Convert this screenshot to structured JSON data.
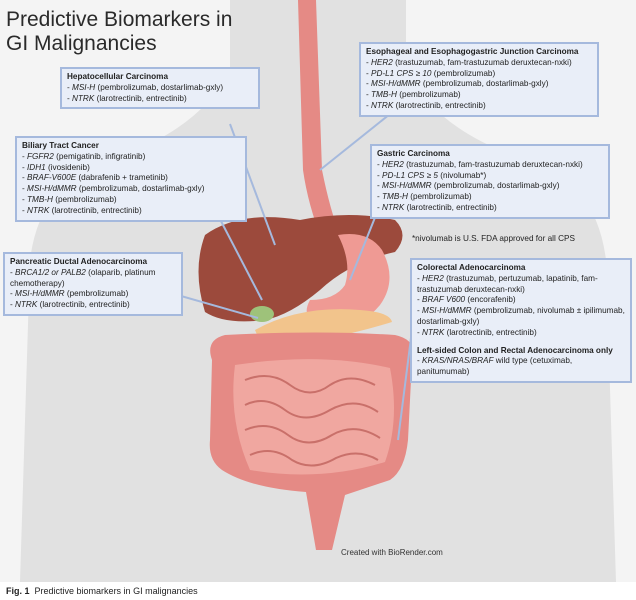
{
  "title_line1": "Predictive Biomarkers in",
  "title_line2": "GI Malignancies",
  "boxes": {
    "hepatocellular": {
      "header": "Hepatocellular Carcinoma",
      "items": [
        {
          "marker": "MSI-H",
          "text": " (pembrolizumab, dostarlimab-gxly)"
        },
        {
          "marker": "NTRK",
          "text": " (larotrectinib, entrectinib)"
        }
      ]
    },
    "esophageal": {
      "header": "Esophageal and Esophagogastric Junction Carcinoma",
      "items": [
        {
          "marker": "HER2",
          "text": " (trastuzumab, fam-trastuzumab deruxtecan-nxki)"
        },
        {
          "marker": "PD-L1 CPS ≥ 10",
          "text": " (pembrolizumab)"
        },
        {
          "marker": "MSI-H/dMMR",
          "text": " (pembrolizumab, dostarlimab-gxly)"
        },
        {
          "marker": "TMB-H",
          "text": " (pembrolizumab)"
        },
        {
          "marker": "NTRK",
          "text": " (larotrectinib, entrectinib)"
        }
      ]
    },
    "biliary": {
      "header": "Biliary Tract Cancer",
      "items": [
        {
          "marker": "FGFR2",
          "text": " (pemigatinib, infigratinib)"
        },
        {
          "marker": "IDH1",
          "text": " (ivosidenib)"
        },
        {
          "marker": "BRAF-V600E",
          "text": " (dabrafenib + trametinib)"
        },
        {
          "marker": "MSI-H/dMMR",
          "text": " (pembrolizumab, dostarlimab-gxly)"
        },
        {
          "marker": "TMB-H",
          "text": " (pembrolizumab)"
        },
        {
          "marker": "NTRK",
          "text": " (larotrectinib, entrectinib)"
        }
      ]
    },
    "gastric": {
      "header": "Gastric Carcinoma",
      "items": [
        {
          "marker": "HER2",
          "text": " (trastuzumab, fam-trastuzumab deruxtecan-nxki)"
        },
        {
          "marker": "PD-L1 CPS ≥ 5",
          "text": " (nivolumab*)"
        },
        {
          "marker": "MSI-H/dMMR",
          "text": " (pembrolizumab, dostarlimab-gxly)"
        },
        {
          "marker": "TMB-H",
          "text": " (pembrolizumab)"
        },
        {
          "marker": "NTRK",
          "text": " (larotrectinib, entrectinib)"
        }
      ]
    },
    "pancreatic": {
      "header": "Pancreatic Ductal Adenocarcinoma",
      "items": [
        {
          "marker": "BRCA1/2 or PALB2",
          "text": " (olaparib, platinum chemotherapy)"
        },
        {
          "marker": "MSI-H/dMMR",
          "text": " (pembrolizumab)"
        },
        {
          "marker": "NTRK",
          "text": " (larotrectinib, entrectinib)"
        }
      ]
    },
    "colorectal": {
      "header": "Colorectal Adenocarcinoma",
      "items": [
        {
          "marker": "HER2",
          "text": " (trastuzumab, pertuzumab, lapatinib, fam-trastuzumab deruxtecan-nxki)"
        },
        {
          "marker": "BRAF V600",
          "text": " (encorafenib)"
        },
        {
          "marker": "MSI-H/dMMR",
          "text": " (pembrolizumab, nivolumab ± ipilimumab, dostarlimab-gxly)"
        },
        {
          "marker": "NTRK",
          "text": " (larotrectinib, entrectinib)"
        }
      ],
      "header2": "Left-sided Colon and Rectal Adenocarcinoma only",
      "items2": [
        {
          "marker": "KRAS/NRAS/BRAF",
          "text": " wild type (cetuximab, panitumumab)"
        }
      ]
    }
  },
  "footnote": "*nivolumab is U.S. FDA approved for all CPS",
  "credit": "Created with BioRender.com",
  "caption_label": "Fig. 1",
  "caption_text": "Predictive biomarkers in GI malignancies"
}
